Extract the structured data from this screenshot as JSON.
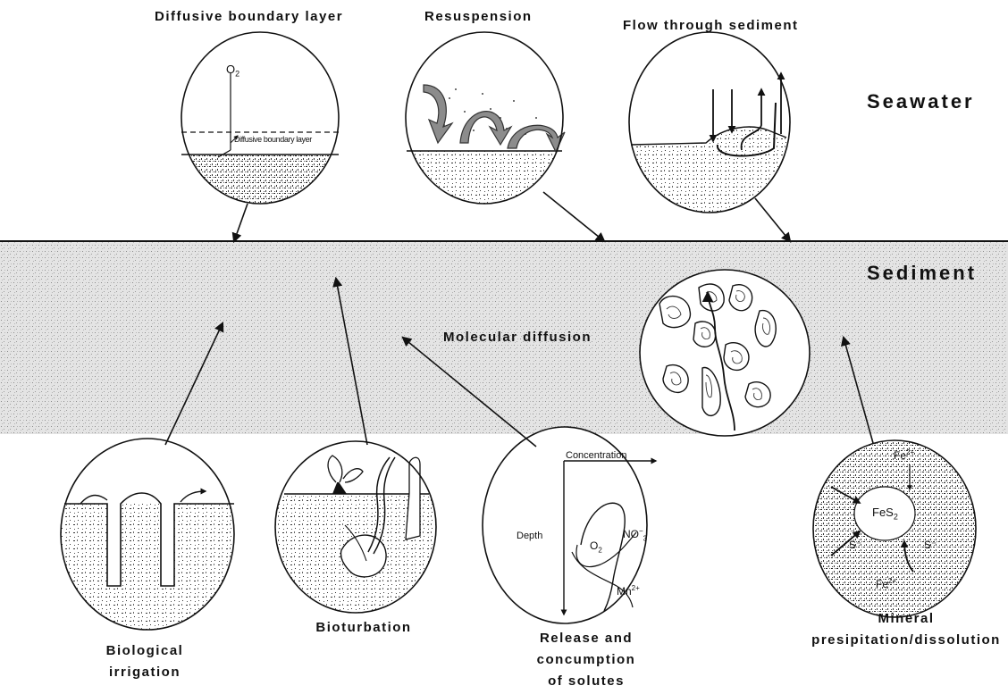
{
  "labels": {
    "diffusive_boundary_layer": "Diffusive boundary layer",
    "resuspension": "Resuspension",
    "flow_through_sediment": "Flow through sediment",
    "seawater": "Seawater",
    "sediment": "Sediment",
    "molecular_diffusion": "Molecular diffusion",
    "biological_irrigation_1": "Biological",
    "biological_irrigation_2": "irrigation",
    "bioturbation": "Bioturbation",
    "release_1": "Release and",
    "release_2": "concumption",
    "release_3": "of solutes",
    "mineral_1": "Mineral",
    "mineral_2": "presipitation/dissolution"
  },
  "insets": {
    "o2": "O",
    "o2_sub": "2",
    "dbl_label": "Diffusive boundary layer",
    "concentration": "Concentration",
    "depth": "Depth",
    "o2_curve": "O",
    "o2_curve_sub": "2",
    "no3": "NO",
    "no3_sub": "3",
    "no3_sup": "−",
    "mn": "Mn",
    "mn_sup": "2+",
    "fe_top": "Fe",
    "fe_top_sup": "2+",
    "fe_bottom": "Fe",
    "fe_bottom_sup": "2+",
    "fes2": "FeS",
    "fes2_sub": "2",
    "s_left": "S⁻",
    "s_right": "S⁻"
  },
  "colors": {
    "ink": "#111111",
    "sediment_fill": "#dcdcdc",
    "background": "#ffffff"
  }
}
